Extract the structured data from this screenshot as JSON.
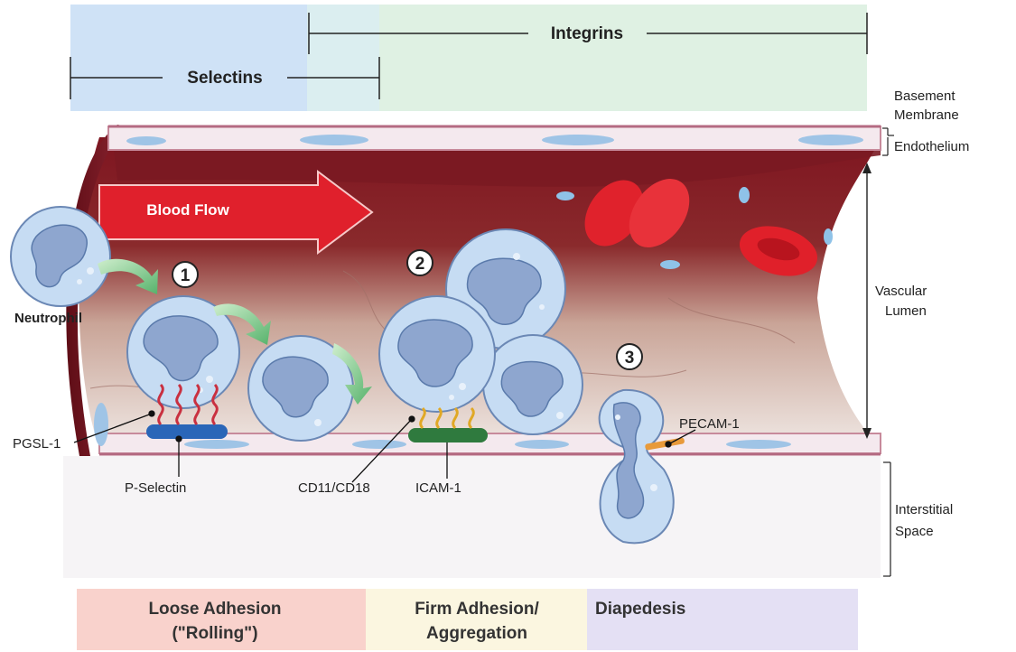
{
  "ranges": {
    "integrins": "Integrins",
    "selectins": "Selectins"
  },
  "side_labels": {
    "basement_membrane_line1": "Basement",
    "basement_membrane_line2": "Membrane",
    "endothelium": "Endothelium",
    "vascular_lumen_line1": "Vascular",
    "vascular_lumen_line2": "Lumen",
    "interstitial_line1": "Interstitial",
    "interstitial_line2": "Space"
  },
  "labels": {
    "blood_flow": "Blood Flow",
    "neutrophil": "Neutrophil",
    "pgsl": "PGSL-1",
    "p_selectin": "P-Selectin",
    "cd11": "CD11/CD18",
    "icam": "ICAM-1",
    "pecam": "PECAM-1"
  },
  "steps": {
    "one": "1",
    "two": "2",
    "three": "3"
  },
  "stages": {
    "loose_line1": "Loose Adhesion",
    "loose_line2": "(\"Rolling\")",
    "firm_line1": "Firm Adhesion/",
    "firm_line2": "Aggregation",
    "diapedesis": "Diapedesis"
  },
  "colors": {
    "selectin_band": "#cfe2f6",
    "integrin_band": "#dff1e3",
    "loose_band": "#f9d2cc",
    "firm_band": "#fbf6e0",
    "diapedesis_band": "#e4e0f4",
    "vessel_wall": "#7a1a22",
    "blood_flow_arrow": "#e0202c",
    "cell_fill": "#c6dcf3",
    "nucleus_fill": "#8ea6cf",
    "selectin_molecule": "#2a66b8",
    "icam_molecule": "#2f7a3e"
  }
}
